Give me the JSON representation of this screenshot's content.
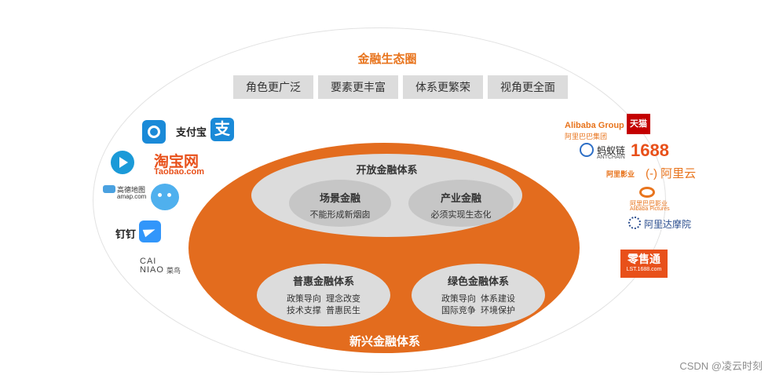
{
  "title": "金融生态圈",
  "pills": [
    "角色更广泛",
    "要素更丰富",
    "体系更繁荣",
    "视角更全面"
  ],
  "open_system": {
    "title": "开放金融体系",
    "items": [
      {
        "name": "场景金融",
        "desc": "不能形成新烟囱"
      },
      {
        "name": "产业金融",
        "desc": "必须实现生态化"
      }
    ]
  },
  "inclusive": {
    "title": "普惠金融体系",
    "lines": [
      "政策导向  理念改变",
      "技术支撑  普惠民生"
    ]
  },
  "green": {
    "title": "绿色金融体系",
    "lines": [
      "政策导向  体系建设",
      "国际竞争  环境保护"
    ]
  },
  "bottom_label": "新兴金融体系",
  "left_logos": {
    "alipay": "支付宝",
    "alipay_glyph": "支",
    "taobao_cn": "淘宝网",
    "taobao_en": "Taobao.com",
    "amap_cn": "高德地图",
    "amap_en": "amap.com",
    "dingtalk": "钉钉",
    "cainiao_top": "CAI",
    "cainiao_bottom": "NIAO",
    "cainiao_cn": "菜鸟"
  },
  "right_logos": {
    "alibaba_en": "Alibaba Group",
    "alibaba_cn": "阿里巴巴集团",
    "tmall": "天猫",
    "antchain": "蚂蚁链",
    "antchain_en": "ANTCHAIN",
    "n1688": "1688",
    "alipictures_tag": "阿里影业",
    "aliyun": "(-) 阿里云",
    "alibaba_pictures_cn": "阿里巴巴影业",
    "alibaba_pictures_en": "Alibaba Pictures",
    "damo": "阿里达摩院",
    "lst": "零售通",
    "lst_url": "LST.1688.com"
  },
  "watermark": "CSDN @凌云时刻",
  "colors": {
    "orange": "#e36c1e",
    "title_orange": "#e8741d",
    "gray": "#dcdcdc",
    "dark_gray": "#c6c6c6"
  }
}
